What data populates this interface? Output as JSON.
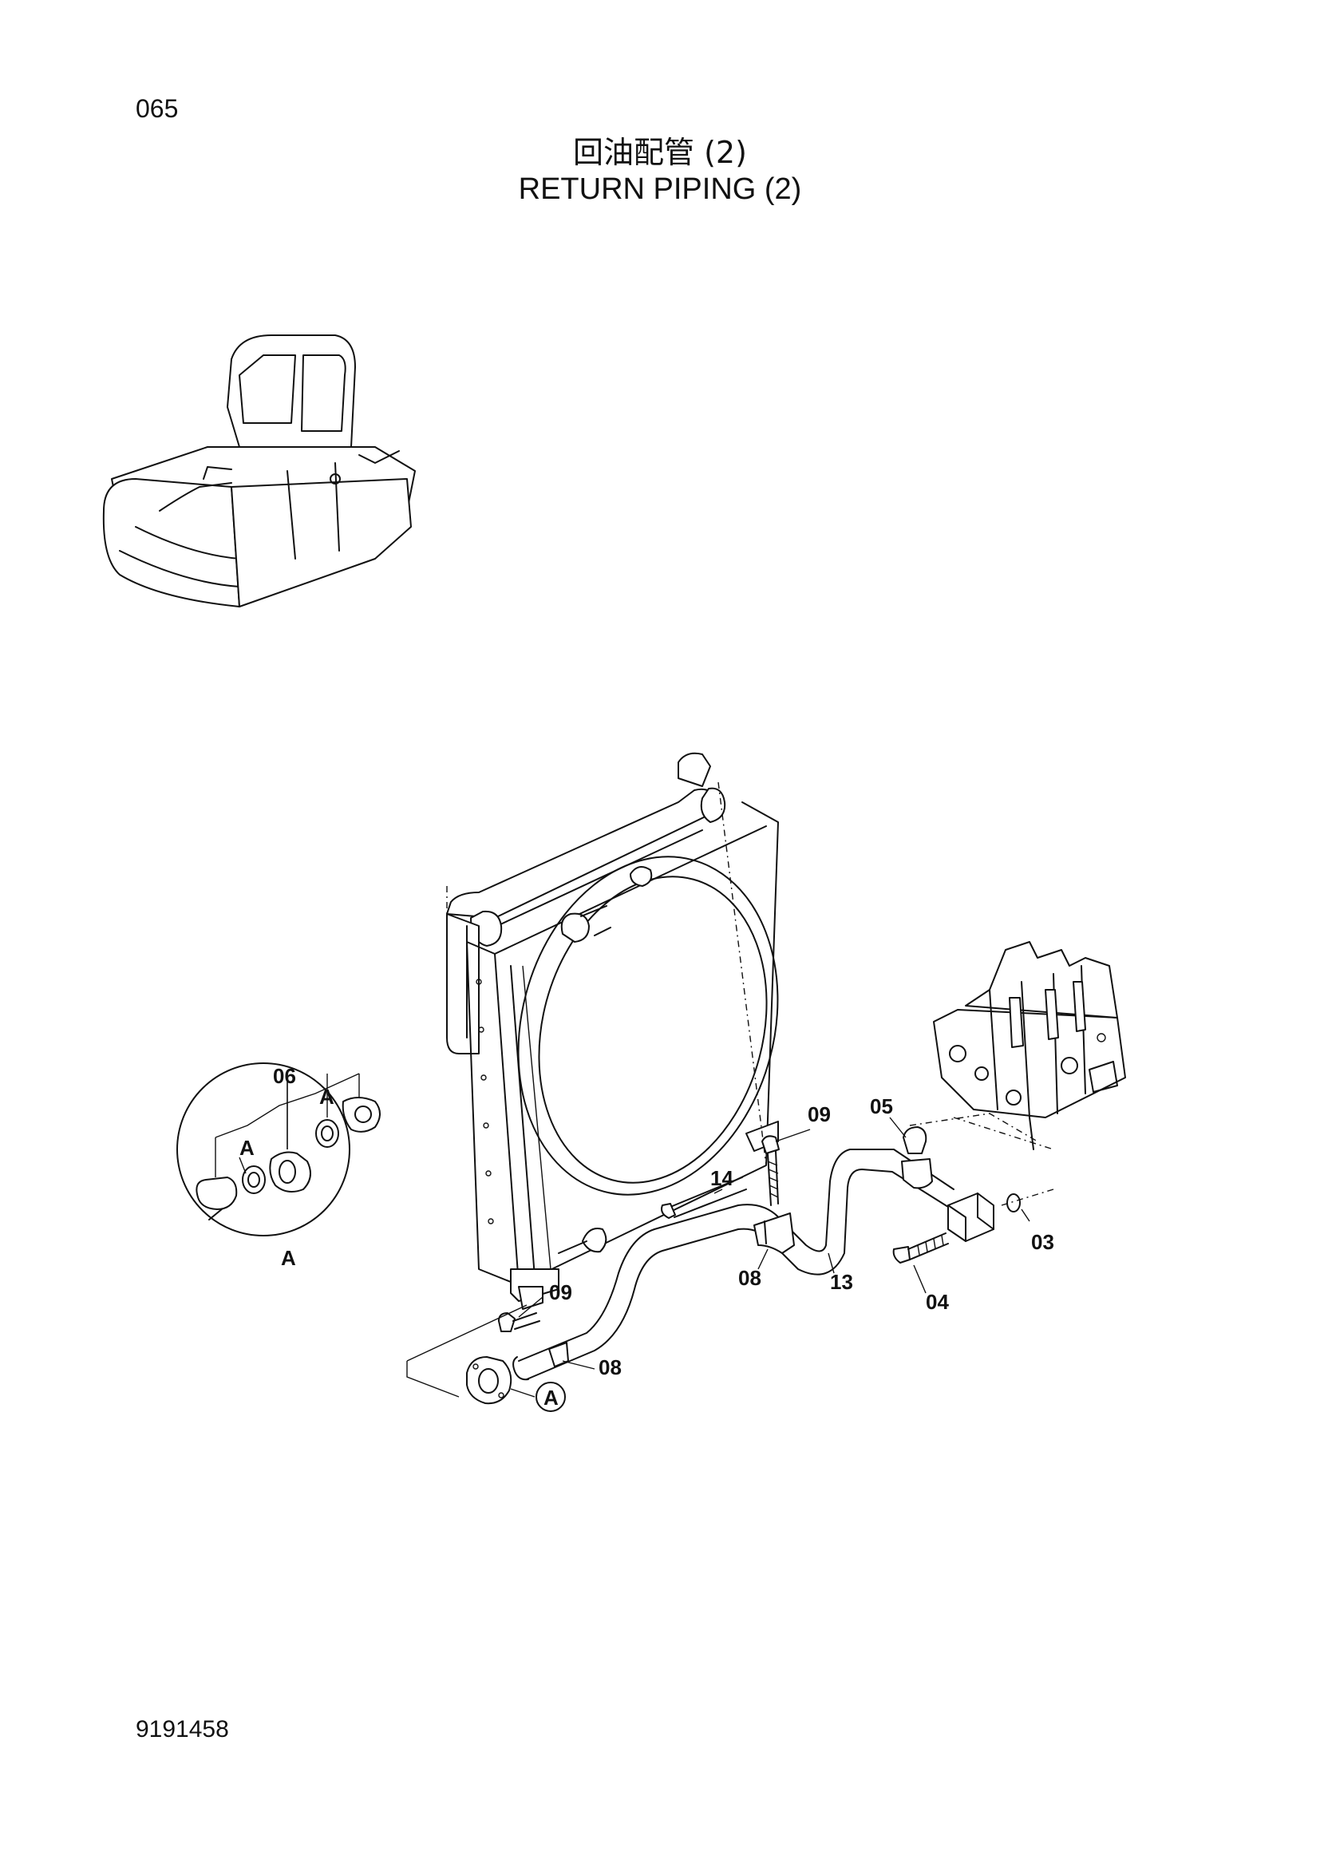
{
  "page_number": "065",
  "title_cn": "回油配管 (2)",
  "title_en": "RETURN PIPING (2)",
  "document_number": "9191458",
  "callouts": {
    "c06": "06",
    "cA1": "A",
    "cA2": "A",
    "cAcircle": "A",
    "c09a": "09",
    "c05": "05",
    "c14": "14",
    "c03": "03",
    "c08a": "08",
    "c13": "13",
    "c04": "04",
    "c09b": "09",
    "c08b": "08",
    "cArefer": "A"
  }
}
